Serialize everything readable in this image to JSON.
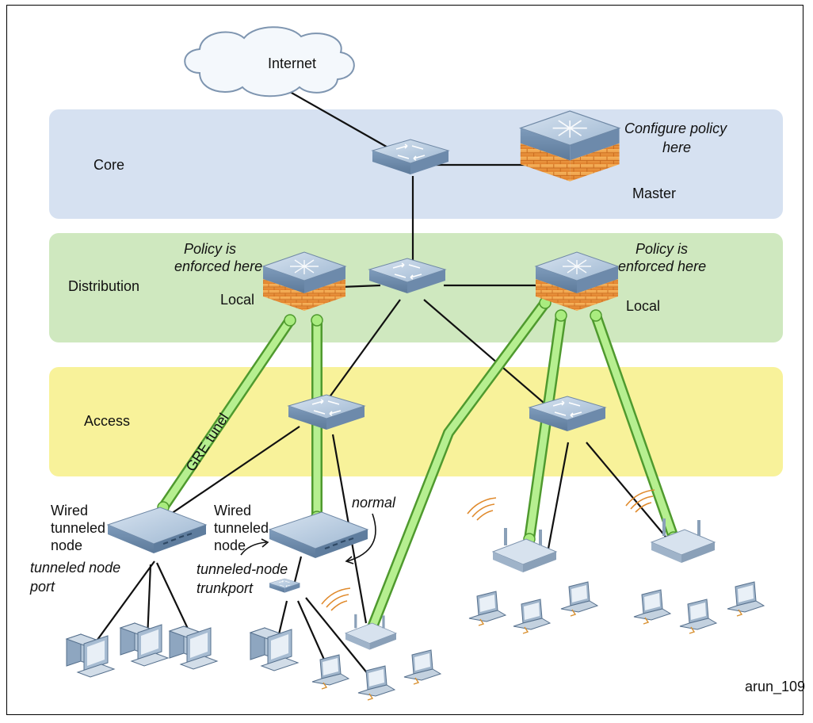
{
  "layers": {
    "core": "Core",
    "distribution": "Distribution",
    "access": "Access"
  },
  "cloud": {
    "label": "Internet"
  },
  "annotations": {
    "configure_policy_1": "Configure policy",
    "configure_policy_2": "here",
    "master": "Master",
    "policy_left_1": "Policy is",
    "policy_left_2": "enforced here",
    "policy_right_1": "Policy is",
    "policy_right_2": "enforced here",
    "local_left": "Local",
    "local_right": "Local",
    "gre_tunnel": "GRE tunel",
    "normal": "normal",
    "wired_left_1": "Wired",
    "wired_left_2": "tunneled",
    "wired_left_3": "node",
    "tn_port_1": "tunneled node",
    "tn_port_2": "port",
    "wired_mid_1": "Wired",
    "wired_mid_2": "tunneled",
    "wired_mid_3": "node",
    "tn_trunk_1": "tunneled-node",
    "tn_trunk_2": "trunkport",
    "figure_id": "arun_109"
  },
  "colors": {
    "core_band": "#d6e1f1",
    "distribution_band": "#cfe8bf",
    "access_band": "#f8f29a",
    "tunnel": "#9ee07a",
    "firewall": "#f0a04a",
    "device": "#b7cbe0"
  }
}
